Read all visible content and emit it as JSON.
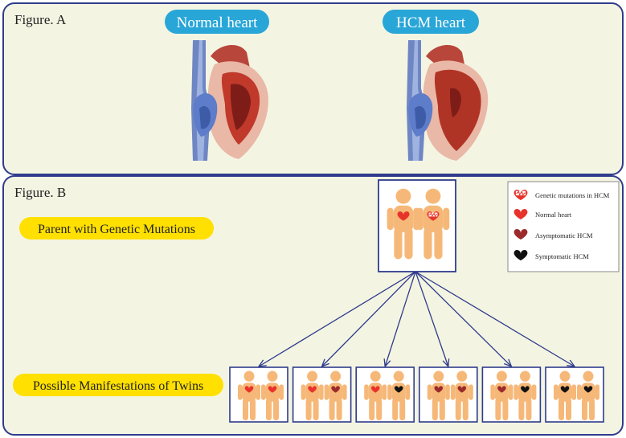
{
  "figure_a": {
    "label": "Figure. A",
    "normal_heart_label": "Normal heart",
    "hcm_heart_label": "HCM heart"
  },
  "figure_b": {
    "label": "Figure. B",
    "parent_label": "Parent with Genetic Mutations",
    "twins_label": "Possible Manifestations of Twins",
    "legend": [
      {
        "label": "Genetic mutations in HCM",
        "icon": "mutation-heart-icon"
      },
      {
        "label": "Normal heart",
        "icon": "normal-heart-icon"
      },
      {
        "label": "Asymptomatic HCM",
        "icon": "asymptomatic-heart-icon"
      },
      {
        "label": "Symptomatic HCM",
        "icon": "symptomatic-heart-icon"
      }
    ],
    "twin_pairs": [
      [
        "normal",
        "normal"
      ],
      [
        "normal",
        "asymptomatic"
      ],
      [
        "normal",
        "symptomatic"
      ],
      [
        "asymptomatic",
        "asymptomatic"
      ],
      [
        "asymptomatic",
        "symptomatic"
      ],
      [
        "symptomatic",
        "symptomatic"
      ]
    ]
  },
  "colors": {
    "panel_bg": "#f3f5e2",
    "border": "#2f3b8c",
    "pill_blue": "#29a6d8",
    "pill_yellow": "#ffe000",
    "figure_skin": "#f6b878",
    "normal": "#e8332a",
    "asymptomatic": "#9b2b2b",
    "symptomatic": "#111111"
  }
}
